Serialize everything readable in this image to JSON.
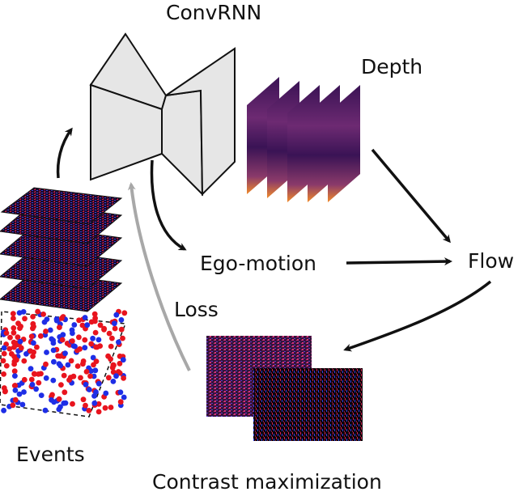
{
  "labels": {
    "convrnn": "ConvRNN",
    "depth": "Depth",
    "ego_motion": "Ego-motion",
    "flow": "Flow",
    "loss": "Loss",
    "events": "Events",
    "contrast": "Contrast maximization"
  },
  "colors": {
    "network_fill": "#e6e6e6",
    "network_stroke": "#111111",
    "arrow": "#111111",
    "loss_arrow": "#a8a8a8",
    "event_positive": "#e8141e",
    "event_negative": "#1e2ee6",
    "depth_dark": "#2a0f45",
    "depth_mid": "#7a2b6e",
    "depth_hot": "#f07a20",
    "frame_dark": "#1a0620"
  },
  "icons": [
    "encoder-decoder-network-icon",
    "depth-map-stack-icon",
    "event-volume-icon",
    "warped-event-image-icon"
  ]
}
